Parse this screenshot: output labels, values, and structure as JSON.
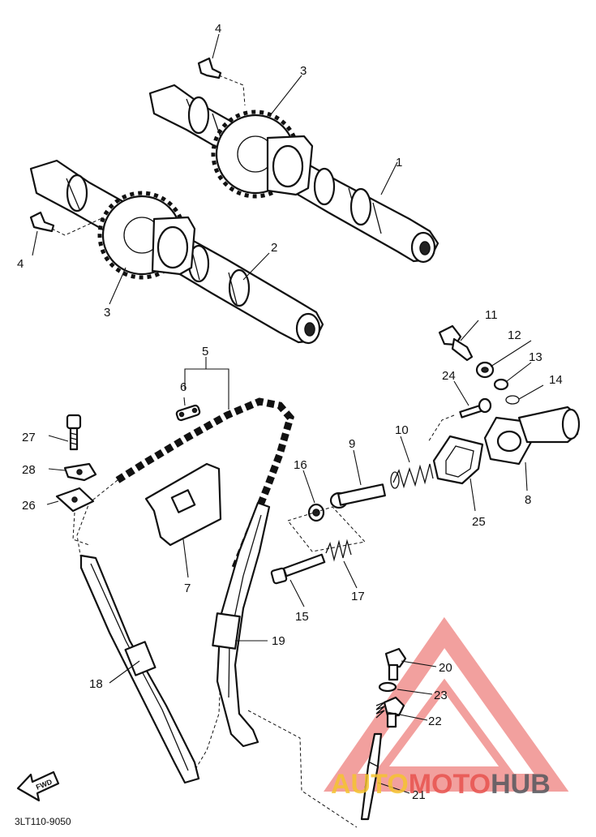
{
  "diagram": {
    "drawing_code": "3LT110-9050",
    "fwd_label": "FWD",
    "callouts": {
      "c1": "1",
      "c2": "2",
      "c3a": "3",
      "c3b": "3",
      "c4a": "4",
      "c4b": "4",
      "c5": "5",
      "c6": "6",
      "c7": "7",
      "c8": "8",
      "c9": "9",
      "c10": "10",
      "c11": "11",
      "c12": "12",
      "c13": "13",
      "c14": "14",
      "c15": "15",
      "c16": "16",
      "c17": "17",
      "c18": "18",
      "c19": "19",
      "c20": "20",
      "c21": "21",
      "c22": "22",
      "c23": "23",
      "c24": "24",
      "c25": "25",
      "c26": "26",
      "c27": "27",
      "c28": "28"
    }
  },
  "watermark": {
    "part_auto": "AUTO",
    "part_moto": "MOTO",
    "part_hub": "HUB",
    "colors": {
      "auto": "#f5c430",
      "moto": "#e8534f",
      "hub": "#55585e",
      "triangle": "#e8534f"
    }
  }
}
